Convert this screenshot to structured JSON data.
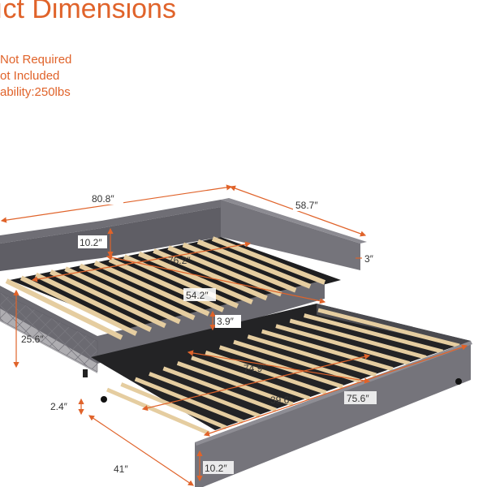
{
  "header": {
    "title": "ıct Dimensions"
  },
  "specs": [
    "Not Required",
    "ot Included",
    "ability:250lbs"
  ],
  "dimensions": {
    "total_length": "80.8″",
    "total_depth": "58.7″",
    "backrest_height": "10.2″",
    "inner_length": "76.2″",
    "inner_width": "54.2″",
    "armrest_thickness": "3″",
    "side_gap": "3.9″",
    "overall_height": "25.6″",
    "trundle_inner_length": "74.9″",
    "trundle_inner_width": "39.6″",
    "trundle_outer_length": "75.6″",
    "trundle_clearance": "2.4″",
    "trundle_depth": "41″",
    "trundle_height": "10.2″"
  },
  "colors": {
    "accent": "#e0632a",
    "upholstery": "#6f6e75",
    "slat": "#e5cda0",
    "frame": "#2a2a2a"
  }
}
